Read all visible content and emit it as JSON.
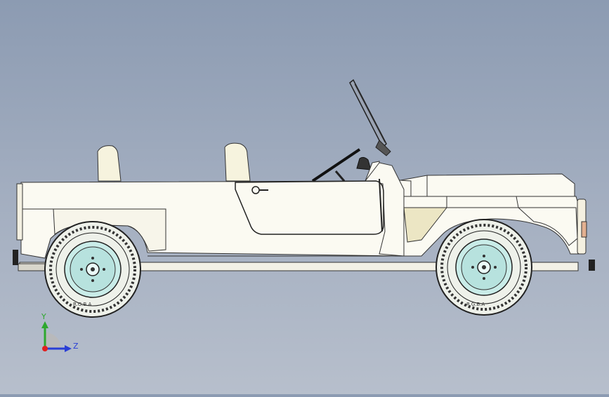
{
  "triad": {
    "y_label": "Y",
    "z_label": "Z",
    "colors": {
      "y": "#2ea82e",
      "z": "#2a3fd6",
      "origin": "#e02020"
    }
  },
  "viewport": {
    "background_top": "#8c9bb2",
    "background_bottom": "#b7bfcc"
  },
  "tire_tread_text": "R.G.B.A"
}
